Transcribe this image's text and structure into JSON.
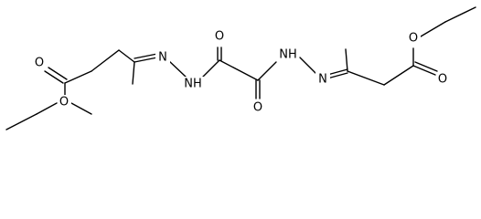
{
  "molecule": {
    "atoms": [
      {
        "id": "o-ester-left-carbonyl",
        "label": "O"
      },
      {
        "id": "o-ester-left-ether",
        "label": "O"
      },
      {
        "id": "n-left-imine",
        "label": "N"
      },
      {
        "id": "n-left-amide",
        "label": "NH"
      },
      {
        "id": "o-oxalyl-left",
        "label": "O"
      },
      {
        "id": "o-oxalyl-right",
        "label": "O"
      },
      {
        "id": "n-right-amide",
        "label": "NH"
      },
      {
        "id": "n-right-imine",
        "label": "N"
      },
      {
        "id": "o-ester-right-ether",
        "label": "O"
      },
      {
        "id": "o-ester-right-carbonyl",
        "label": "O"
      }
    ]
  }
}
